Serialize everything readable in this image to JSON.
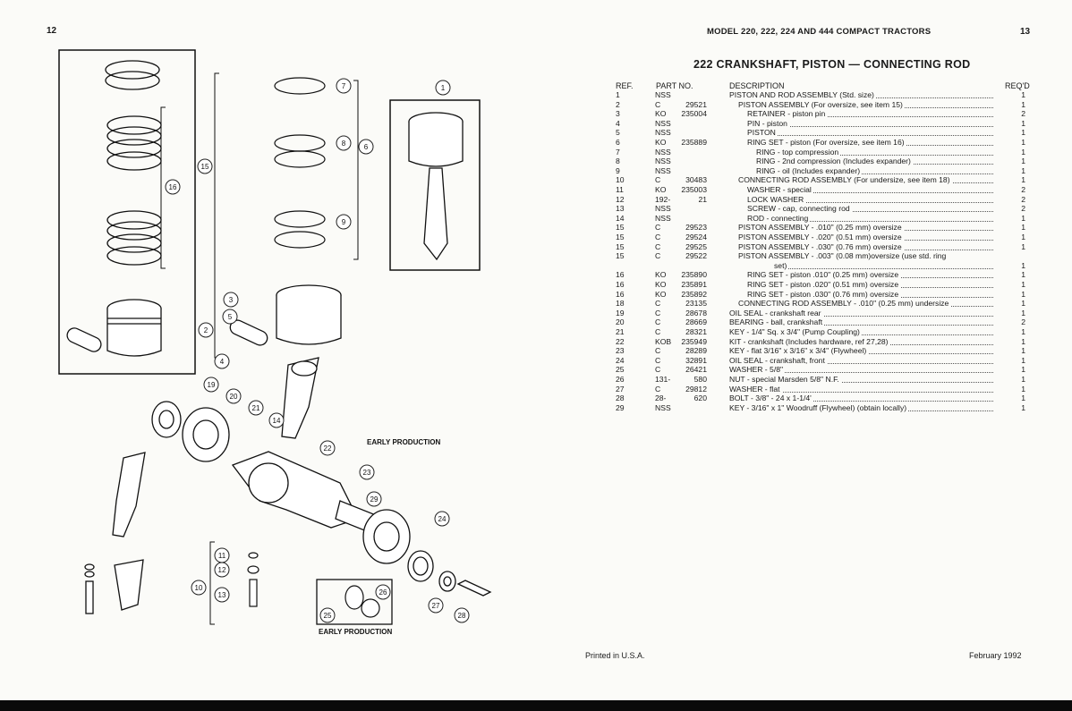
{
  "left_page_number": "12",
  "right_page_number": "13",
  "header": "MODEL 220, 222, 224 AND 444 COMPACT TRACTORS",
  "title": "222 CRANKSHAFT, PISTON — CONNECTING ROD",
  "columns": {
    "ref": "REF.",
    "part": "PART NO.",
    "desc": "DESCRIPTION",
    "req": "REQ'D"
  },
  "rows": [
    {
      "ref": "1",
      "pfx": "NSS",
      "num": "",
      "desc": "PISTON AND ROD ASSEMBLY (Std. size)",
      "indent": 0,
      "req": "1"
    },
    {
      "ref": "2",
      "pfx": "C",
      "num": "29521",
      "desc": "PISTON ASSEMBLY (For oversize, see item 15)",
      "indent": 1,
      "req": "1"
    },
    {
      "ref": "3",
      "pfx": "KO",
      "num": "235004",
      "desc": "RETAINER - piston pin",
      "indent": 2,
      "req": "2"
    },
    {
      "ref": "4",
      "pfx": "NSS",
      "num": "",
      "desc": "PIN - piston",
      "indent": 2,
      "req": "1"
    },
    {
      "ref": "5",
      "pfx": "NSS",
      "num": "",
      "desc": "PISTON",
      "indent": 2,
      "req": "1"
    },
    {
      "ref": "6",
      "pfx": "KO",
      "num": "235889",
      "desc": "RING SET - piston (For oversize, see item 16)",
      "indent": 2,
      "req": "1"
    },
    {
      "ref": "7",
      "pfx": "NSS",
      "num": "",
      "desc": "RING - top compression",
      "indent": 3,
      "req": "1"
    },
    {
      "ref": "8",
      "pfx": "NSS",
      "num": "",
      "desc": "RING - 2nd compression (Includes expander)",
      "indent": 3,
      "req": "1"
    },
    {
      "ref": "9",
      "pfx": "NSS",
      "num": "",
      "desc": "RING - oil (Includes expander)",
      "indent": 3,
      "req": "1"
    },
    {
      "ref": "10",
      "pfx": "C",
      "num": "30483",
      "desc": "CONNECTING ROD ASSEMBLY (For undersize, see item 18)",
      "indent": 1,
      "req": "1"
    },
    {
      "ref": "11",
      "pfx": "KO",
      "num": "235003",
      "desc": "WASHER - special",
      "indent": 2,
      "req": "2"
    },
    {
      "ref": "12",
      "pfx": "192-",
      "num": "21",
      "desc": "LOCK WASHER",
      "indent": 2,
      "req": "2"
    },
    {
      "ref": "13",
      "pfx": "NSS",
      "num": "",
      "desc": "SCREW - cap, connecting rod",
      "indent": 2,
      "req": "2"
    },
    {
      "ref": "14",
      "pfx": "NSS",
      "num": "",
      "desc": "ROD - connecting",
      "indent": 2,
      "req": "1"
    },
    {
      "ref": "15",
      "pfx": "C",
      "num": "29523",
      "desc": "PISTON ASSEMBLY - .010\" (0.25 mm) oversize",
      "indent": 1,
      "req": "1"
    },
    {
      "ref": "15",
      "pfx": "C",
      "num": "29524",
      "desc": "PISTON ASSEMBLY - .020\" (0.51 mm) oversize",
      "indent": 1,
      "req": "1"
    },
    {
      "ref": "15",
      "pfx": "C",
      "num": "29525",
      "desc": "PISTON ASSEMBLY - .030\" (0.76 mm) oversize",
      "indent": 1,
      "req": "1"
    },
    {
      "ref": "15",
      "pfx": "C",
      "num": "29522",
      "desc": "PISTON ASSEMBLY - .003\" (0.08 mm)oversize (use std. ring",
      "indent": 1,
      "req": "",
      "nolead": true
    },
    {
      "ref": "",
      "pfx": "",
      "num": "",
      "desc": "set)",
      "indent": 5,
      "req": "1"
    },
    {
      "ref": "16",
      "pfx": "KO",
      "num": "235890",
      "desc": "RING SET - piston .010\" (0.25 mm) oversize",
      "indent": 2,
      "req": "1"
    },
    {
      "ref": "16",
      "pfx": "KO",
      "num": "235891",
      "desc": "RING SET - piston .020\" (0.51 mm) oversize",
      "indent": 2,
      "req": "1"
    },
    {
      "ref": "16",
      "pfx": "KO",
      "num": "235892",
      "desc": "RING SET - piston .030\" (0.76 mm) oversize",
      "indent": 2,
      "req": "1"
    },
    {
      "ref": "18",
      "pfx": "C",
      "num": "23135",
      "desc": "CONNECTING ROD ASSEMBLY - .010\" (0.25 mm) undersize",
      "indent": 1,
      "req": "1"
    },
    {
      "ref": "19",
      "pfx": "C",
      "num": "28678",
      "desc": "OIL SEAL - crankshaft rear",
      "indent": 0,
      "req": "1"
    },
    {
      "ref": "20",
      "pfx": "C",
      "num": "28669",
      "desc": "BEARING - ball, crankshaft",
      "indent": 0,
      "req": "2"
    },
    {
      "ref": "21",
      "pfx": "C",
      "num": "28321",
      "desc": "KEY - 1/4\" Sq. x 3/4\" (Pump Coupling)",
      "indent": 0,
      "req": "1"
    },
    {
      "ref": "22",
      "pfx": "KOB",
      "num": "235949",
      "desc": "KIT - crankshaft (Includes hardware, ref 27,28)",
      "indent": 0,
      "req": "1"
    },
    {
      "ref": "23",
      "pfx": "C",
      "num": "28289",
      "desc": "KEY - flat 3/16\" x 3/16\" x 3/4\" (Flywheel)",
      "indent": 0,
      "req": "1"
    },
    {
      "ref": "24",
      "pfx": "C",
      "num": "32891",
      "desc": "OIL SEAL - crankshaft, front",
      "indent": 0,
      "req": "1"
    },
    {
      "ref": "25",
      "pfx": "C",
      "num": "26421",
      "desc": "WASHER - 5/8\"",
      "indent": 0,
      "req": "1"
    },
    {
      "ref": "26",
      "pfx": "131-",
      "num": "580",
      "desc": "NUT - special Marsden 5/8\" N.F.",
      "indent": 0,
      "req": "1"
    },
    {
      "ref": "27",
      "pfx": "C",
      "num": "29812",
      "desc": "WASHER - flat",
      "indent": 0,
      "req": "1"
    },
    {
      "ref": "28",
      "pfx": "28-",
      "num": "620",
      "desc": "BOLT - 3/8\" - 24 x 1-1/4'",
      "indent": 0,
      "req": "1"
    },
    {
      "ref": "29",
      "pfx": "NSS",
      "num": "",
      "desc": "KEY - 3/16\" x 1\" Woodruff (Flywheel) (obtain locally)",
      "indent": 0,
      "req": "1"
    }
  ],
  "illustration": {
    "labels": {
      "early1": "EARLY PRODUCTION",
      "early2": "EARLY PRODUCTION"
    },
    "callouts": [
      "1",
      "2",
      "3",
      "4",
      "5",
      "6",
      "7",
      "8",
      "9",
      "10",
      "11",
      "12",
      "13",
      "14",
      "15",
      "16",
      "19",
      "20",
      "21",
      "22",
      "23",
      "24",
      "25",
      "26",
      "27",
      "28",
      "29"
    ]
  },
  "footer": {
    "printed": "Printed in U.S.A.",
    "date": "February 1992"
  }
}
